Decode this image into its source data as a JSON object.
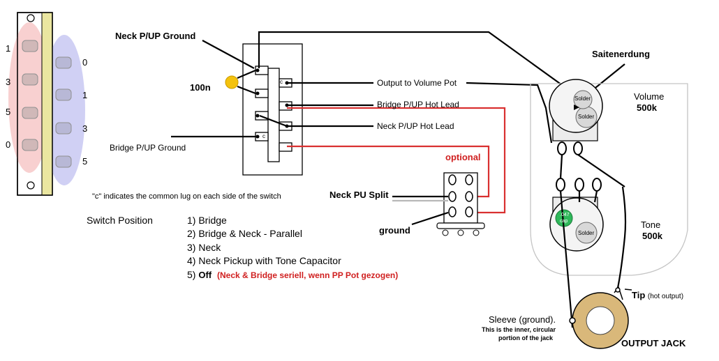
{
  "colors": {
    "wire": "#000000",
    "red_wire": "#d93030",
    "pink_zone": "#f7c8c8",
    "blue_zone": "#c8c8f2",
    "switch_bar": "#eae6a0",
    "pot": "#f4f4f4",
    "pot_center": "#d8d8d8",
    "cap_green": "#2fb85a",
    "cap_yellow": "#f4c20d",
    "jack_ring": "#d9b87a"
  },
  "switch_diagram": {
    "left_numbers": [
      "1",
      "3",
      "5",
      "0"
    ],
    "right_numbers": [
      "0",
      "1",
      "3",
      "5"
    ]
  },
  "switch": {
    "common_lug_marks": [
      "c",
      "c"
    ],
    "cap_label": "100n",
    "neck_ground_label": "Neck P/UP Ground",
    "bridge_ground_label": "Bridge P/UP Ground",
    "output_label": "Output to Volume Pot",
    "bridge_hot_label": "Bridge P/UP Hot Lead",
    "neck_hot_label": "Neck P/UP Hot Lead",
    "common_note": "\"c\" indicates the common lug on each side of the switch"
  },
  "split": {
    "optional_label": "optional",
    "neck_split_label": "Neck PU Split",
    "ground_label": "ground"
  },
  "positions": {
    "header": "Switch  Position",
    "items": [
      "1) Bridge",
      "2) Bridge & Neck - Parallel",
      "3) Neck",
      "4) Neck Pickup with Tone Capacitor"
    ],
    "item5_prefix": "5)",
    "item5_bold": "Off",
    "item5_red": "(Neck & Bridge seriell, wenn PP Pot gezogen)"
  },
  "pots": {
    "saitenerdung_label": "Saitenerdung",
    "volume_label": "Volume",
    "volume_value": "500k",
    "tone_label": "Tone",
    "tone_value": "500k",
    "solder_label": "Solder",
    "cap_label_line1": ".047",
    "cap_label_line2": "cap"
  },
  "jack": {
    "tip_label": "Tip",
    "tip_note": "(hot output)",
    "sleeve_label": "Sleeve (ground).",
    "sleeve_note_line1": "This is the inner, circular",
    "sleeve_note_line2": "portion of the jack",
    "output_jack_label": "OUTPUT JACK"
  }
}
